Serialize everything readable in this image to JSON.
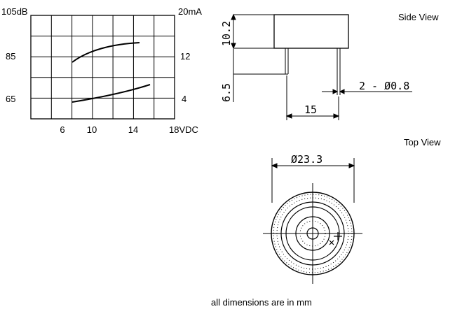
{
  "chart": {
    "left_axis_labels": [
      "105dB",
      "85",
      "65"
    ],
    "right_axis_labels": [
      "20mA",
      "12",
      "4"
    ],
    "x_tick_labels": [
      "6",
      "10",
      "14",
      "18VDC"
    ]
  },
  "side_view": {
    "title": "Side View",
    "dim_height": "10.2",
    "dim_pin_length": "6.5",
    "dim_pin_diameter": "2 - Ø0.8",
    "dim_pin_spacing": "15"
  },
  "top_view": {
    "title": "Top View",
    "dim_diameter": "Ø23.3"
  },
  "footer": {
    "note": "all dimensions are in mm"
  }
}
